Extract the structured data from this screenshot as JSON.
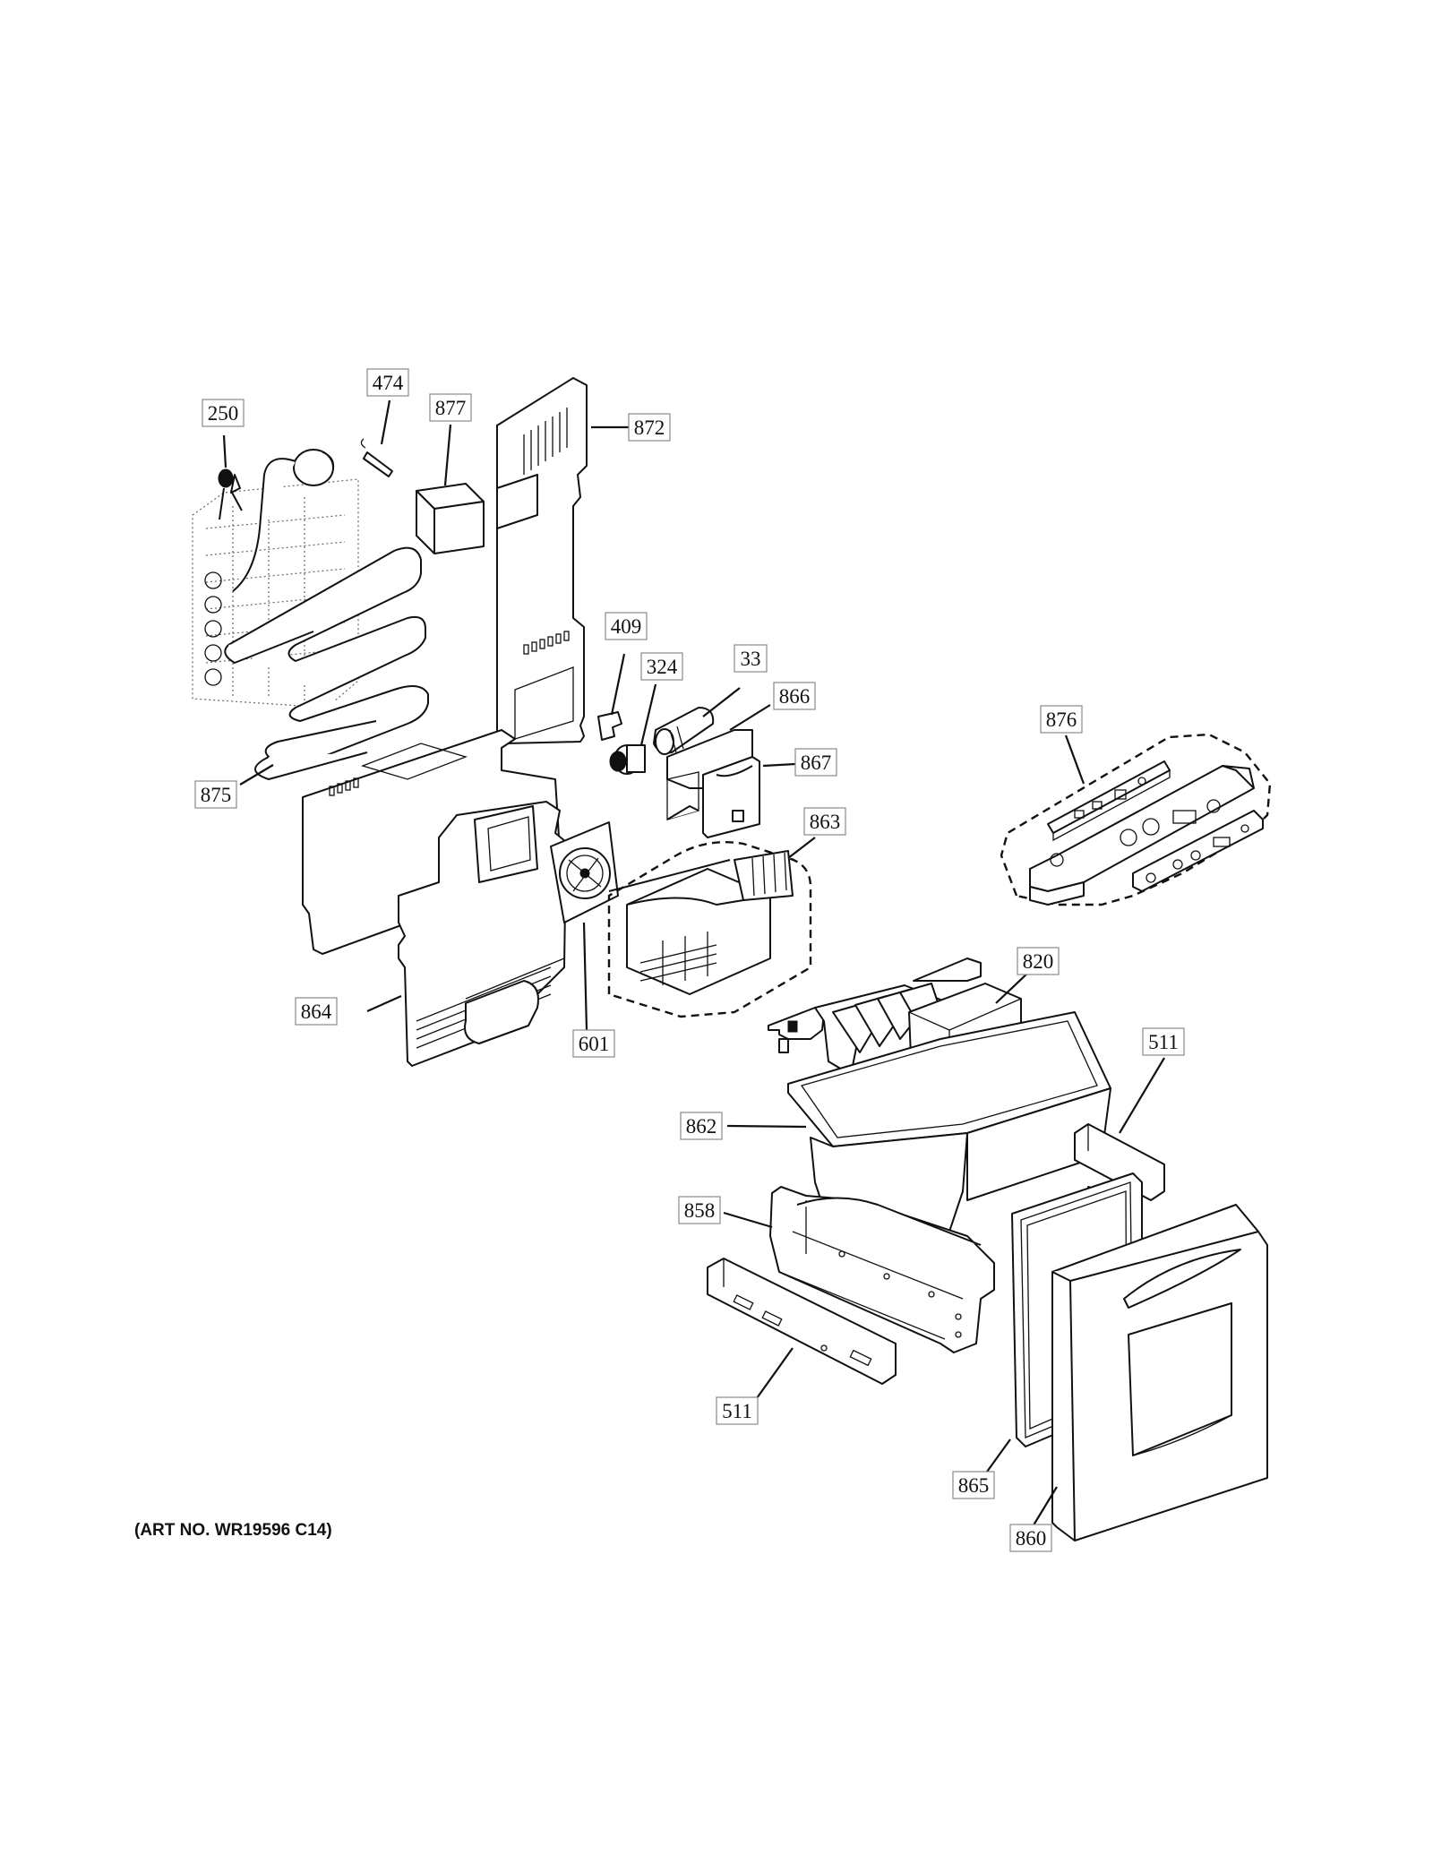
{
  "art_number": "(ART NO. WR19596 C14)",
  "callouts": {
    "c250": "250",
    "c474": "474",
    "c877": "877",
    "c872": "872",
    "c409": "409",
    "c324": "324",
    "c33": "33",
    "c866": "866",
    "c867": "867",
    "c876": "876",
    "c875": "875",
    "c863": "863",
    "c820": "820",
    "c864": "864",
    "c601": "601",
    "c511_top": "511",
    "c862": "862",
    "c858": "858",
    "c511_bottom": "511",
    "c865": "865",
    "c860": "860"
  }
}
